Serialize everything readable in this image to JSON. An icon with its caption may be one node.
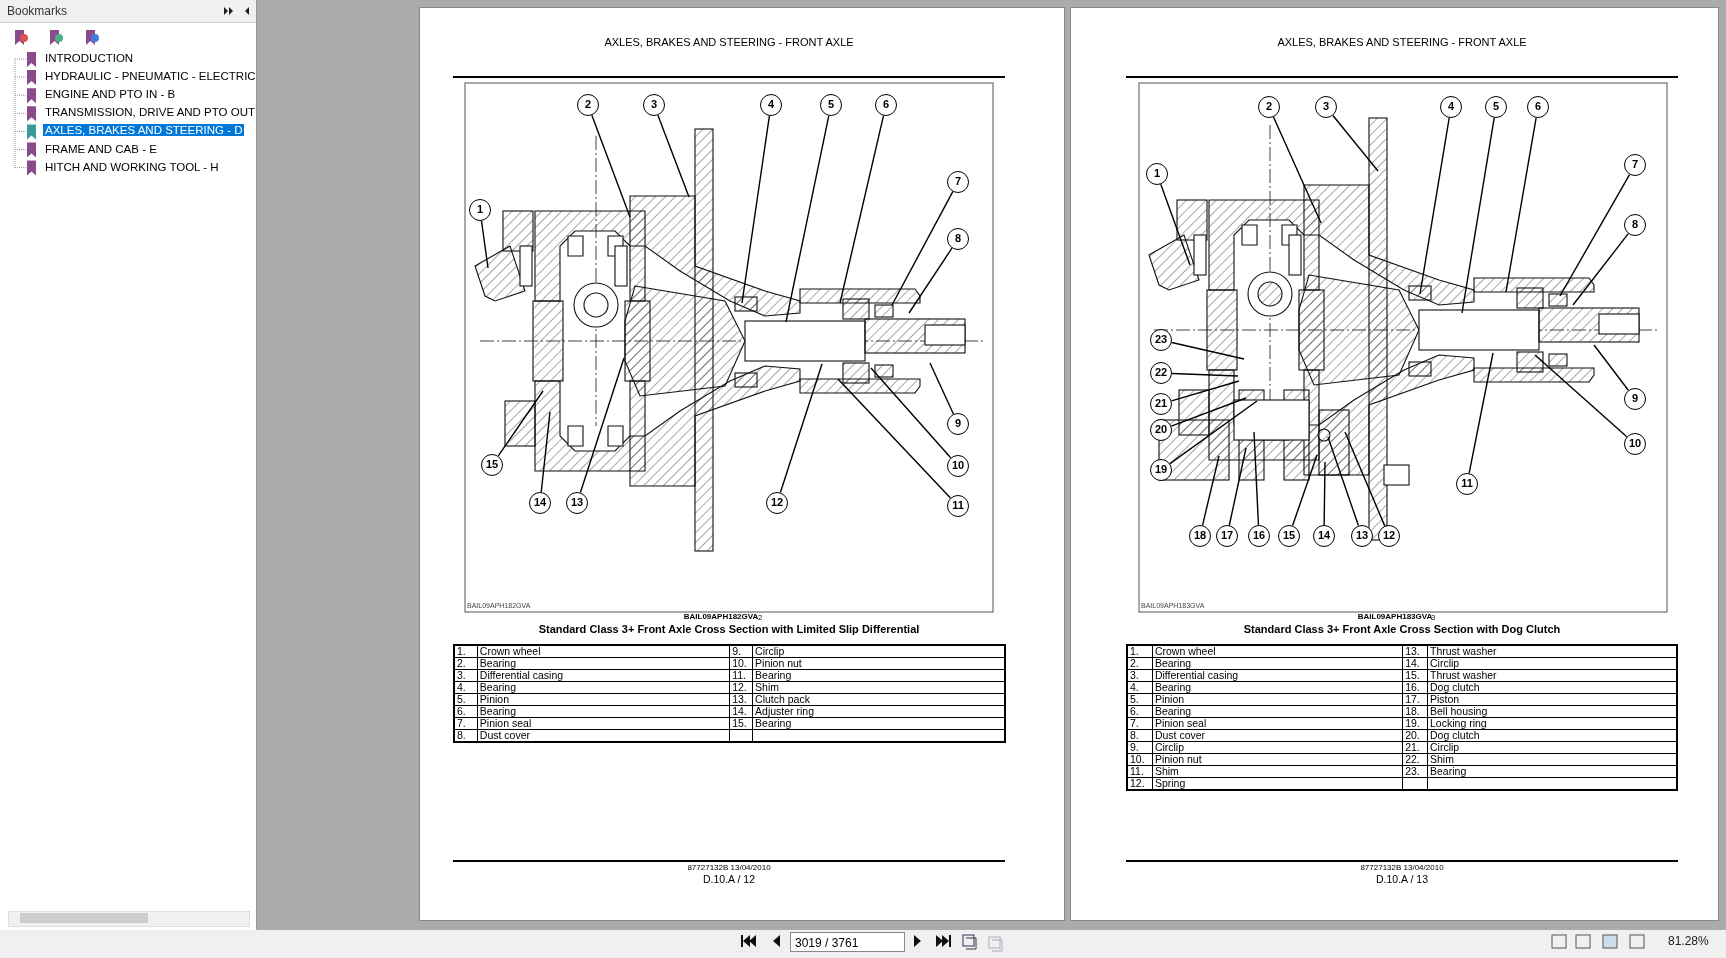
{
  "diagram": {
    "nodes": [
      {
        "text": [
          "1"
        ]
      },
      {
        "text": [
          "2"
        ]
      },
      {
        "text": [
          "3"
        ]
      },
      {
        "text": [
          "4"
        ]
      },
      {
        "text": [
          "5"
        ]
      },
      {
        "text": [
          "6"
        ]
      },
      {
        "text": [
          "7"
        ]
      },
      {
        "text": [
          "8"
        ]
      },
      {
        "text": [
          "9"
        ]
      },
      {
        "text": [
          "10"
        ]
      },
      {
        "text": [
          "11"
        ]
      },
      {
        "text": [
          "12"
        ]
      },
      {
        "text": [
          "13"
        ]
      },
      {
        "text": [
          "14"
        ]
      },
      {
        "text": [
          "15"
        ]
      },
      {
        "text": [
          "1"
        ]
      },
      {
        "text": [
          "2"
        ]
      },
      {
        "text": [
          "3"
        ]
      },
      {
        "text": [
          "4"
        ]
      },
      {
        "text": [
          "5"
        ]
      },
      {
        "text": [
          "6"
        ]
      },
      {
        "text": [
          "7"
        ]
      },
      {
        "text": [
          "8"
        ]
      },
      {
        "text": [
          "9"
        ]
      },
      {
        "text": [
          "10"
        ]
      },
      {
        "text": [
          "11"
        ]
      },
      {
        "text": [
          "12"
        ]
      },
      {
        "text": [
          "13"
        ]
      },
      {
        "text": [
          "14"
        ]
      },
      {
        "text": [
          "15"
        ]
      },
      {
        "text": [
          "16"
        ]
      },
      {
        "text": [
          "17"
        ]
      },
      {
        "text": [
          "18"
        ]
      },
      {
        "text": [
          "19"
        ]
      },
      {
        "text": [
          "20"
        ]
      },
      {
        "text": [
          "21"
        ]
      },
      {
        "text": [
          "22"
        ]
      },
      {
        "text": [
          "23"
        ]
      }
    ],
    "edges": [
      {
        "from": 0,
        "to": null,
        "arrow": "none"
      },
      {
        "from": 1,
        "to": null,
        "arrow": "none"
      },
      {
        "from": 2,
        "to": null,
        "arrow": "none"
      },
      {
        "from": 3,
        "to": null,
        "arrow": "none"
      },
      {
        "from": 4,
        "to": null,
        "arrow": "none"
      },
      {
        "from": 5,
        "to": null,
        "arrow": "none"
      },
      {
        "from": 6,
        "to": null,
        "arrow": "none"
      },
      {
        "from": 7,
        "to": null,
        "arrow": "none"
      },
      {
        "from": 8,
        "to": null,
        "arrow": "none"
      },
      {
        "from": 9,
        "to": null,
        "arrow": "none"
      },
      {
        "from": 10,
        "to": null,
        "arrow": "none"
      },
      {
        "from": 11,
        "to": null,
        "arrow": "none"
      },
      {
        "from": 12,
        "to": null,
        "arrow": "none"
      },
      {
        "from": 13,
        "to": null,
        "arrow": "none"
      },
      {
        "from": 14,
        "to": null,
        "arrow": "none"
      },
      {
        "from": 15,
        "to": null,
        "arrow": "none"
      },
      {
        "from": 16,
        "to": null,
        "arrow": "none"
      },
      {
        "from": 17,
        "to": null,
        "arrow": "none"
      },
      {
        "from": 18,
        "to": null,
        "arrow": "none"
      },
      {
        "from": 19,
        "to": null,
        "arrow": "none"
      },
      {
        "from": 20,
        "to": null,
        "arrow": "none"
      },
      {
        "from": 21,
        "to": null,
        "arrow": "none"
      },
      {
        "from": 22,
        "to": null,
        "arrow": "none"
      },
      {
        "from": 23,
        "to": null,
        "arrow": "none"
      },
      {
        "from": 24,
        "to": null,
        "arrow": "none"
      },
      {
        "from": 25,
        "to": null,
        "arrow": "none"
      },
      {
        "from": 26,
        "to": null,
        "arrow": "none"
      },
      {
        "from": 27,
        "to": null,
        "arrow": "none"
      },
      {
        "from": 28,
        "to": null,
        "arrow": "none"
      },
      {
        "from": 29,
        "to": null,
        "arrow": "none"
      },
      {
        "from": 30,
        "to": null,
        "arrow": "none"
      },
      {
        "from": 31,
        "to": null,
        "arrow": "none"
      },
      {
        "from": 32,
        "to": null,
        "arrow": "none"
      },
      {
        "from": 33,
        "to": null,
        "arrow": "none"
      },
      {
        "from": 34,
        "to": null,
        "arrow": "none"
      },
      {
        "from": 35,
        "to": null,
        "arrow": "none"
      },
      {
        "from": 36,
        "to": null,
        "arrow": "none"
      },
      {
        "from": 37,
        "to": null,
        "arrow": "none"
      }
    ],
    "labels": [
      "Bookmarks",
      "INTRODUCTION",
      "HYDRAULIC - PNEUMATIC - ELECTRIC",
      "ENGINE AND PTO IN - B",
      "TRANSMISSION, DRIVE AND PTO OUT",
      "AXLES, BRAKES AND STEERING - D",
      "FRAME AND CAB - E",
      "HITCH AND WORKING TOOL - H",
      "AXLES, BRAKES AND STEERING - FRONT AXLE",
      "BAIL09APH182GVA",
      "BAIL09APH182GVA",
      "2",
      "Standard Class 3+ Front Axle Cross Section with Limited Slip Differential",
      "1.",
      "Crown wheel",
      "9.",
      "Circlip",
      "2.",
      "Bearing",
      "10.",
      "Pinion nut",
      "3.",
      "Differential casing",
      "11.",
      "Bearing",
      "4.",
      "Bearing",
      "12.",
      "Shim",
      "5.",
      "Pinion",
      "13.",
      "Clutch pack",
      "6.",
      "Bearing",
      "14.",
      "Adjuster ring",
      "7.",
      "Pinion seal",
      "15.",
      "Bearing",
      "8.",
      "Dust cover",
      "87727132B 13/04/2010",
      "D.10.A / 12",
      "AXLES, BRAKES AND STEERING - FRONT AXLE",
      "BAIL09APH183GVA",
      "BAIL09APH183GVA",
      "3",
      "Standard Class 3+ Front Axle Cross Section with Dog Clutch",
      "1.",
      "Crown wheel",
      "13.",
      "Thrust washer",
      "2.",
      "Bearing",
      "14.",
      "Circlip",
      "3.",
      "Differential casing",
      "15.",
      "Thrust washer",
      "4.",
      "Bearing",
      "16.",
      "Dog clutch",
      "5.",
      "Pinion",
      "17.",
      "Piston",
      "6.",
      "Bearing",
      "18.",
      "Bell housing",
      "7.",
      "Pinion seal",
      "19.",
      "Locking ring",
      "8.",
      "Dust cover",
      "20.",
      "Dog clutch",
      "9.",
      "Circlip",
      "21.",
      "Circlip",
      "10.",
      "Pinion nut",
      "22.",
      "Shim",
      "11.",
      "Shim",
      "23.",
      "Bearing",
      "12.",
      "Spring",
      "87727132B 13/04/2010",
      "D.10.A / 13",
      "3019 / 3761",
      "81.28%"
    ]
  }
}
